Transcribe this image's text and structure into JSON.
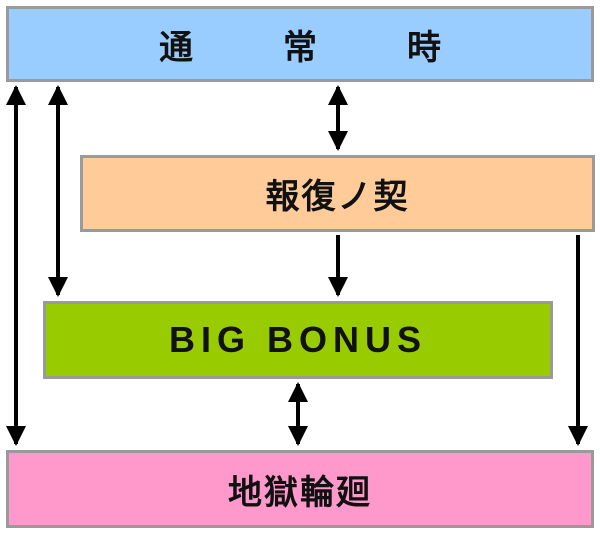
{
  "boxes": {
    "normal": {
      "label": "通　常　時",
      "color": "#99ccff"
    },
    "revenge": {
      "label": "報復ノ契",
      "color": "#ffcc99"
    },
    "big": {
      "label": "BIG BONUS",
      "color": "#99cc00"
    },
    "hell": {
      "label": "地獄輪廻",
      "color": "#ff99cc"
    }
  },
  "transitions": [
    {
      "from": "normal",
      "to": "hell",
      "direction": "both"
    },
    {
      "from": "normal",
      "to": "big",
      "direction": "both"
    },
    {
      "from": "normal",
      "to": "revenge",
      "direction": "both"
    },
    {
      "from": "revenge",
      "to": "big",
      "direction": "forward"
    },
    {
      "from": "revenge",
      "to": "hell",
      "direction": "forward"
    },
    {
      "from": "big",
      "to": "hell",
      "direction": "both"
    }
  ]
}
